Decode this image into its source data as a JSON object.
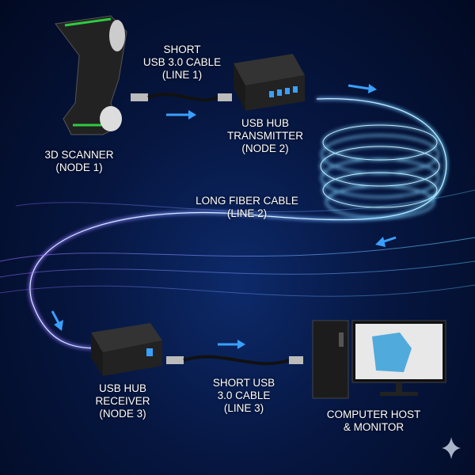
{
  "nodes": {
    "scanner": {
      "line1": "3D SCANNER",
      "line2": "(NODE 1)"
    },
    "transmitter": {
      "line1": "USB HUB",
      "line2": "TRANSMITTER",
      "line3": "(NODE 2)"
    },
    "receiver": {
      "line1": "USB HUB",
      "line2": "RECEIVER",
      "line3": "(NODE 3)"
    },
    "computer": {
      "line1": "COMPUTER HOST",
      "line2": "& MONITOR"
    }
  },
  "cables": {
    "line1": {
      "line1": "SHORT",
      "line2": "USB 3.0 CABLE",
      "line3": "(LINE 1)"
    },
    "line2": {
      "line1": "LONG FIBER CABLE",
      "line2": "(LINE 2)"
    },
    "line3": {
      "line1": "SHORT USB",
      "line2": "3.0 CABLE",
      "line3": "(LINE 3)"
    }
  },
  "colors": {
    "fiber": "#5fb8ff",
    "arrow": "#3aa0ff",
    "accent": "#2ecc40"
  }
}
